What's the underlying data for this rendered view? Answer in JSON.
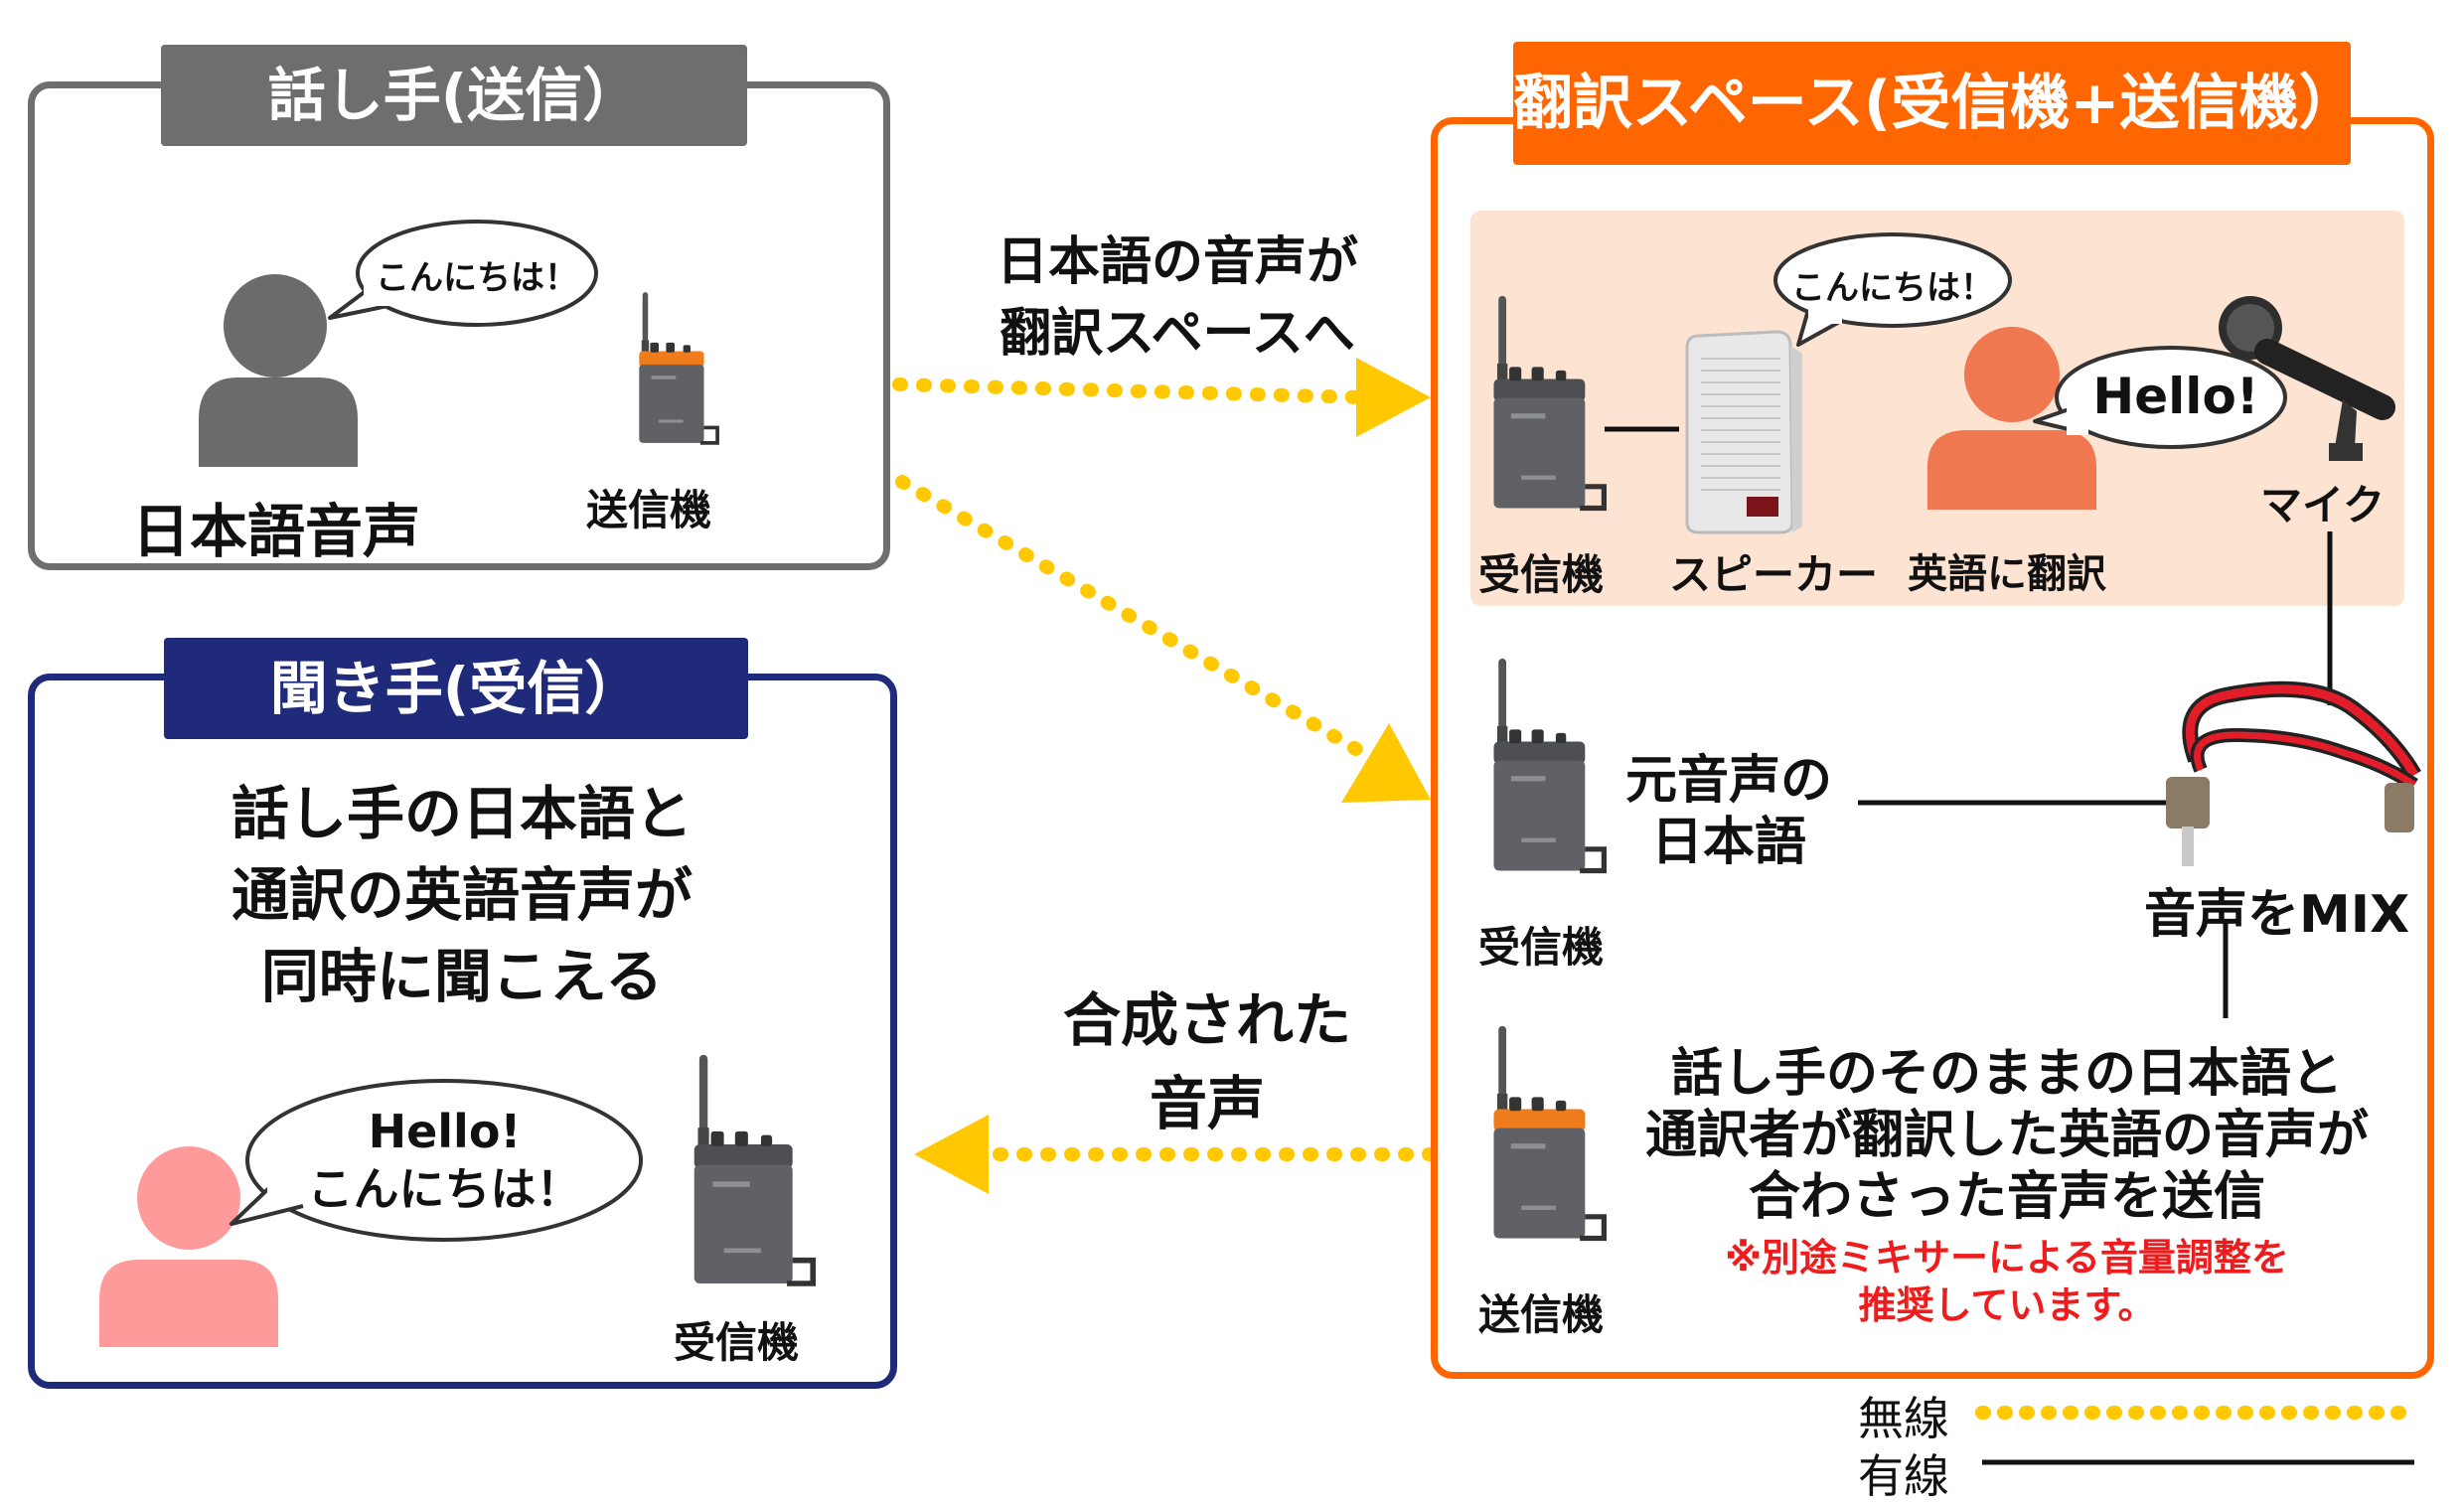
{
  "speaker_box": {
    "title": "話し手(送信）",
    "bubble": "こんにちは！",
    "person_label": "日本語音声",
    "device_label": "送信機"
  },
  "listener_box": {
    "title": "聞き手(受信）",
    "description": [
      "話し手の日本語と",
      "通訳の英語音声が",
      "同時に聞こえる"
    ],
    "bubble": [
      "Hello!",
      "こんにちは！"
    ],
    "device_label": "受信機"
  },
  "translation_box": {
    "title": "翻訳スペース(受信機+送信機）",
    "booth": {
      "receiver_label": "受信機",
      "speaker_label": "スピーカー",
      "bubble_jp": "こんにちは！",
      "bubble_en": "Hello!",
      "interpreter_label": "英語に翻訳",
      "mic_label": "マイク"
    },
    "receiver2_label": "受信機",
    "original_audio": [
      "元音声の",
      "日本語"
    ],
    "mix_label": "音声をMIX",
    "transmitter_label": "送信機",
    "send_description": [
      "話し手のそのままの日本語と",
      "通訳者が翻訳した英語の音声が",
      "合わさった音声を送信"
    ],
    "note": [
      "※別途ミキサーによる音量調整を",
      "推奨しています。"
    ]
  },
  "arrows": {
    "top_label": [
      "日本語の音声が",
      "翻訳スペースへ"
    ],
    "bottom_label": [
      "合成された",
      "音声"
    ]
  },
  "legend": {
    "wireless": "無線",
    "wired": "有線"
  },
  "colors": {
    "gray": "#6e6e6e",
    "navy": "#1f2a7a",
    "orange": "#ff6600",
    "booth_bg": "#fde3d1",
    "arrow_yellow": "#ffc800",
    "interpreter": "#f07850",
    "listener_pink": "#ff9a9a",
    "note_red": "#ee1c1c"
  }
}
